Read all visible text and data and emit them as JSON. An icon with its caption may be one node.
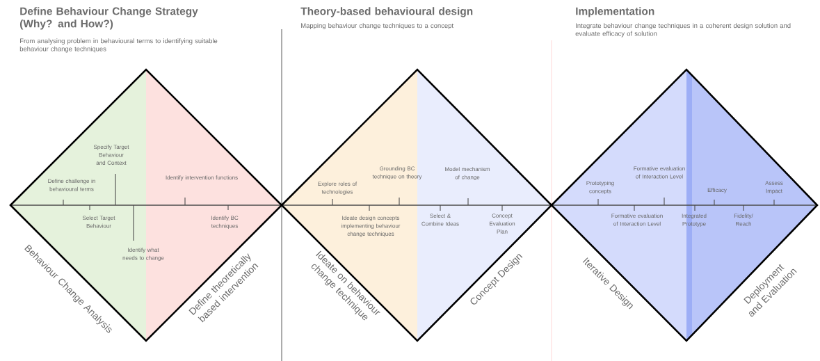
{
  "diagram": {
    "nodes": [
      {
        "text": [
          "Behaviour Change Analysis"
        ]
      },
      {
        "text": [
          "Define theoretically based intervention"
        ]
      },
      {
        "text": [
          "Ideate on behaviour change technique"
        ]
      },
      {
        "text": [
          "Concept Design"
        ]
      },
      {
        "text": [
          "Iterative Design"
        ]
      },
      {
        "text": [
          "Deployment and Evaluation"
        ]
      }
    ],
    "edges": [],
    "labels": [
      "Define Behaviour Change Strategy (Why? and How?)",
      "From analysing problem in behavioural terms to identifying suitable behaviour change techniques",
      "Theory-based behavioural design",
      "Mapping behaviour change techniques to a concept",
      "Implementation",
      "Integrate behaviour change techniques in a coherent design solution and evaluate efficacy of solution",
      "Specify Target Behaviour and Context",
      "Define challenge in behavioural terms",
      "Select Target Behaviour",
      "Identify what needs to change",
      "Identify intervention functions",
      "Identify BC techniques",
      "Explore roles of technologies",
      "Grounding BC technique on theory",
      "Ideate design concepts implementing behaviour change techniques",
      "Model mechanism of change",
      "Select & Combine Ideas",
      "Concept Evaluation Plan",
      "Prototyping concepts",
      "Formative evaluation of Interaction Level",
      "Formative evaluation of Interaction Level",
      "Integrated Prototype",
      "Efficacy",
      "Fidelity/ Reach",
      "Assess Impact"
    ]
  }
}
